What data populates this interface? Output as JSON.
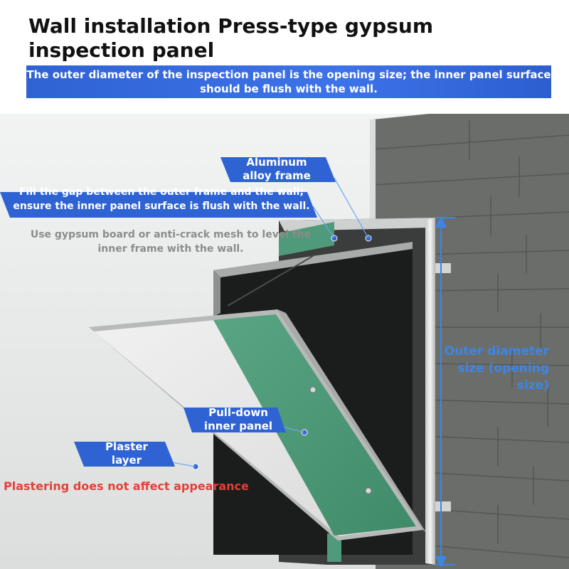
{
  "header": {
    "title": "Wall installation Press-type gypsum inspection panel",
    "subtitle": "The outer diameter of the inspection panel is the opening size; the inner panel surface should be flush with the wall."
  },
  "callouts": {
    "aluminum_frame": "Aluminum alloy frame",
    "fill_gap": "Fill the gap between the outer frame and the wall; ensure the inner panel surface is flush with the wall.",
    "use_gypsum": "Use gypsum board or anti-crack mesh to level the inner frame with the wall.",
    "outer_diameter": "Outer diameter size (opening size)",
    "pull_down": "Pull-down inner panel",
    "plaster": "Plaster layer",
    "plastering_note": "Plastering does not affect appearance"
  },
  "colors": {
    "accent_blue": "#2f63d4",
    "warning_red": "#e0403a",
    "dimension_blue": "#3c86e8",
    "panel_green": "#4e9a7a",
    "wall_gray": "#6b6d6b"
  }
}
